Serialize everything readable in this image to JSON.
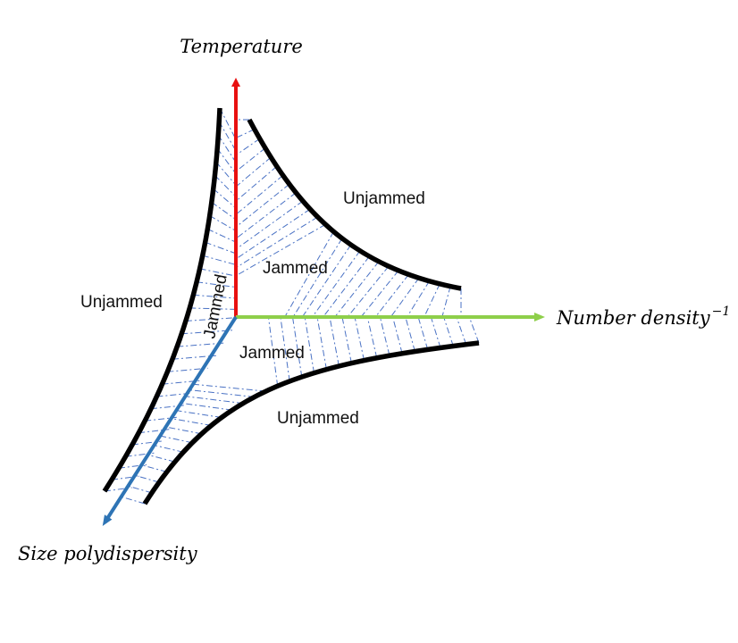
{
  "axes": {
    "temperature": {
      "label": "Temperature",
      "color": "#e81010"
    },
    "number_density": {
      "label": "Number density",
      "exponent": "−1",
      "color": "#8ecf4a"
    },
    "size_polydispersity": {
      "label": "Size polydispersity",
      "color": "#2e74b5"
    }
  },
  "regions": {
    "unjammed_top_right": "Unjammed",
    "unjammed_left": "Unjammed",
    "unjammed_bottom": "Unjammed",
    "jammed_top": "Jammed",
    "jammed_left": "Jammed",
    "jammed_bottom": "Jammed"
  },
  "colors": {
    "boundary": "#000000",
    "hatching": "#4a72c4"
  }
}
